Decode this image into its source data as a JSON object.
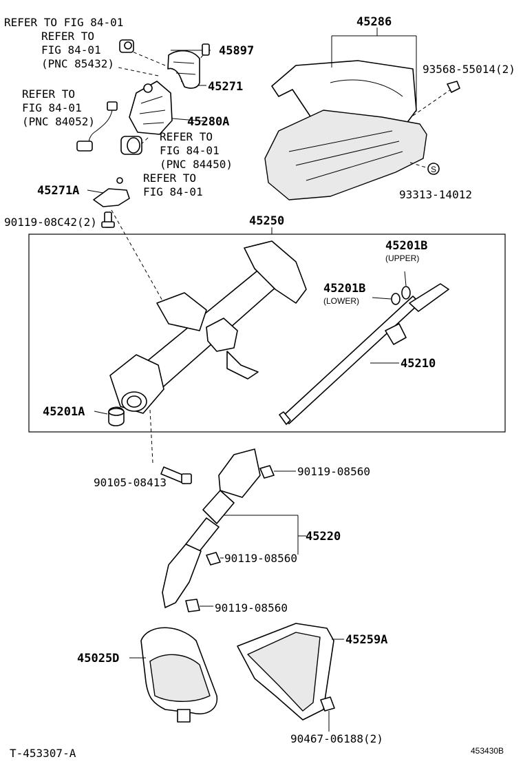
{
  "callouts": {
    "refer_top": "REFER TO FIG 84-01",
    "refer_85432_l1": "REFER TO",
    "refer_85432_l2": "FIG 84-01",
    "refer_85432_l3": "(PNC 85432)",
    "refer_84052_l1": "REFER TO",
    "refer_84052_l2": "FIG 84-01",
    "refer_84052_l3": "(PNC 84052)",
    "refer_84450_l1": "REFER TO",
    "refer_84450_l2": "FIG 84-01",
    "refer_84450_l3": "(PNC 84450)",
    "refer_4527l_l1": "REFER TO",
    "refer_4527l_l2": "FIG 84-01",
    "p45897": "45897",
    "p45271": "45271",
    "p45280A": "45280A",
    "p45271A": "45271A",
    "p90119_08C42": "90119-08C42(2)",
    "p45286": "45286",
    "p93568": "93568-55014(2)",
    "p93313": "93313-14012",
    "p45250": "45250",
    "p45201B_1": "45201B",
    "upper": "(UPPER)",
    "p45201B_2": "45201B",
    "lower": "(LOWER)",
    "p45210": "45210",
    "p45201A": "45201A",
    "p90105": "90105-08413",
    "p90119_a": "90119-08560",
    "p45220": "45220",
    "p90119_b": "90119-08560",
    "p90119_c": "90119-08560",
    "p45259A": "45259A",
    "p45025D": "45025D",
    "p90467": "90467-06188(2)",
    "fig_code": "T-453307-A",
    "drawing_no": "453430B"
  }
}
